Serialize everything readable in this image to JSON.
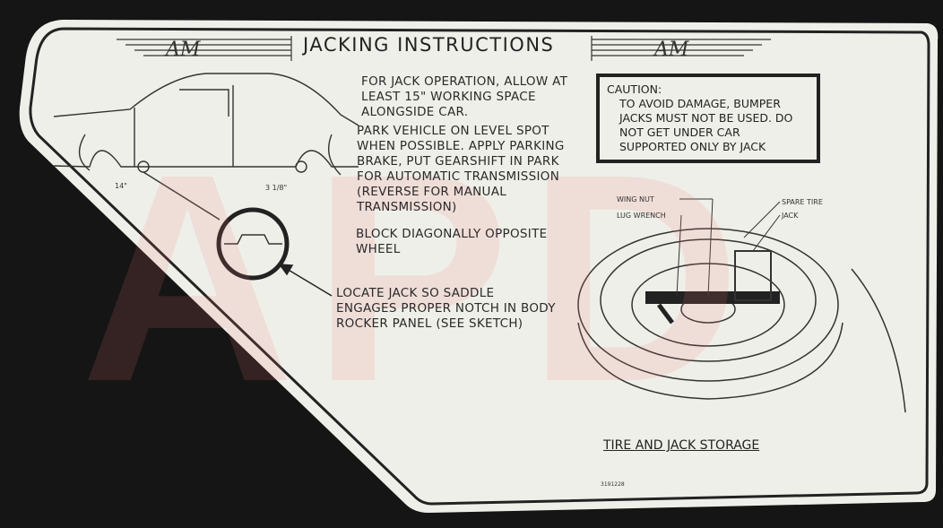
{
  "decal": {
    "title": "JACKING INSTRUCTIONS",
    "logo_text": "AM",
    "instructions": [
      "FOR JACK OPERATION, ALLOW AT LEAST 15\" WORKING SPACE ALONGSIDE CAR.",
      "PARK VEHICLE ON LEVEL SPOT WHEN POSSIBLE. APPLY PARKING BRAKE, PUT GEARSHIFT IN PARK FOR AUTOMATIC TRANSMISSION (REVERSE FOR MANUAL TRANSMISSION)",
      "BLOCK DIAGONALLY OPPOSITE WHEEL"
    ],
    "locate_note": "LOCATE JACK SO SADDLE ENGAGES PROPER NOTCH IN BODY ROCKER PANEL (SEE SKETCH)",
    "caution_heading": "CAUTION:",
    "caution_text": "TO AVOID DAMAGE, BUMPER JACKS MUST NOT BE USED. DO NOT GET UNDER CAR SUPPORTED ONLY BY JACK",
    "dimension_front": "14\"",
    "dimension_rear": "3 1/8\"",
    "labels": {
      "wing_nut": "WING NUT",
      "lug_wrench": "LUG WRENCH",
      "spare_tire": "SPARE TIRE",
      "jack": "JACK"
    },
    "storage_caption": "TIRE AND JACK STORAGE",
    "part_number": "3191228",
    "watermark": "APD"
  }
}
